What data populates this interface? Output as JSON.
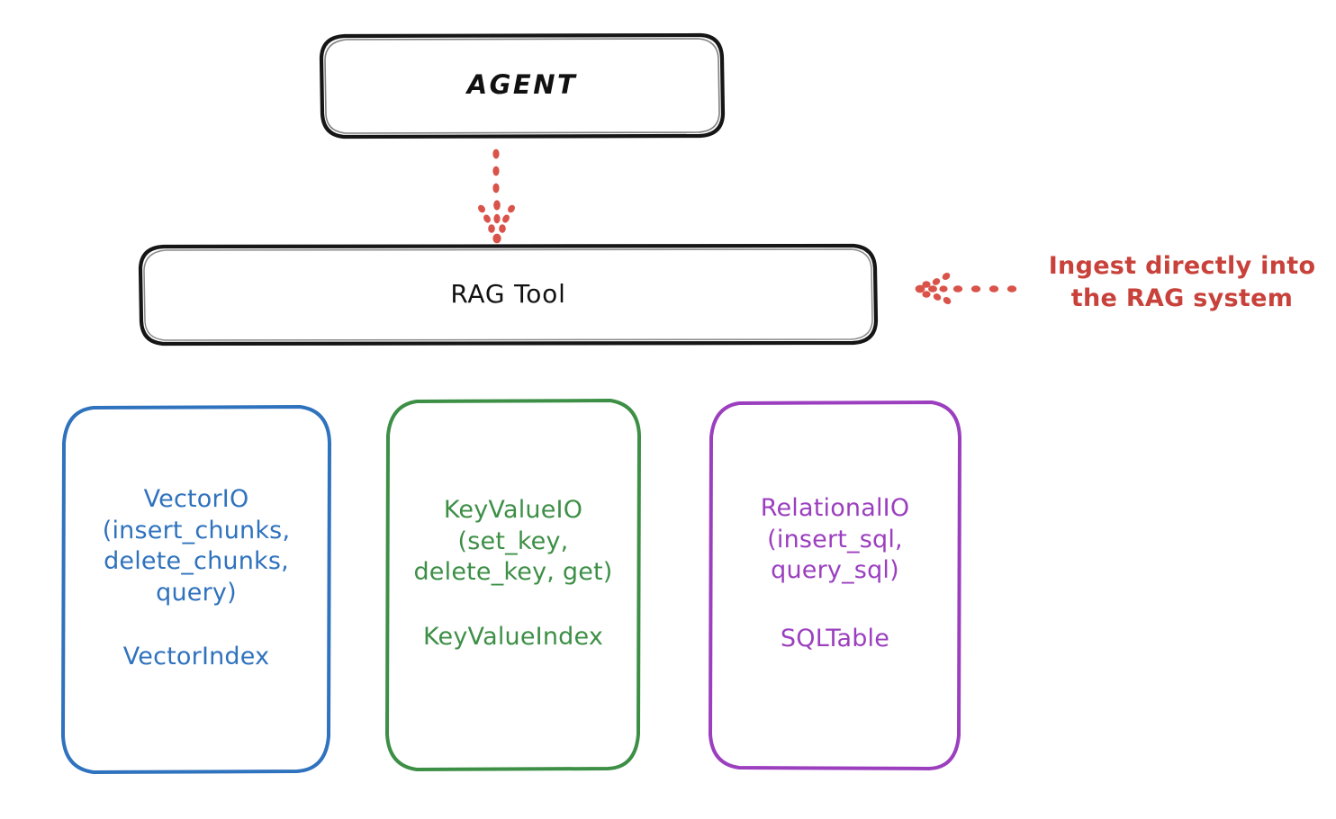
{
  "diagram": {
    "title_node": {
      "label": "AGENT"
    },
    "tool_node": {
      "label": "RAG Tool"
    },
    "stores": [
      {
        "id": "vector",
        "api_label": "VectorIO\n(insert_chunks,\ndelete_chunks,\nquery)",
        "index_label": "VectorIndex",
        "color": "#2f72bd"
      },
      {
        "id": "keyvalue",
        "api_label": "KeyValueIO\n(set_key,\ndelete_key, get)",
        "index_label": "KeyValueIndex",
        "color": "#3d8f46"
      },
      {
        "id": "relational",
        "api_label": "RelationalIO\n(insert_sql,\nquery_sql)",
        "index_label": "SQLTable",
        "color": "#9b3fbf"
      }
    ],
    "annotation": {
      "text": "Ingest directly into\nthe RAG system",
      "color": "#c8413a"
    },
    "connectors": {
      "agent_to_tool": {
        "style": "dotted",
        "color": "#d9534a",
        "direction": "down"
      },
      "annotation_to_tool": {
        "style": "dotted",
        "color": "#d9534a",
        "direction": "left"
      }
    },
    "colors": {
      "stroke_dark": "#161616",
      "background": "#ffffff",
      "accent_red": "#c8413a"
    }
  }
}
